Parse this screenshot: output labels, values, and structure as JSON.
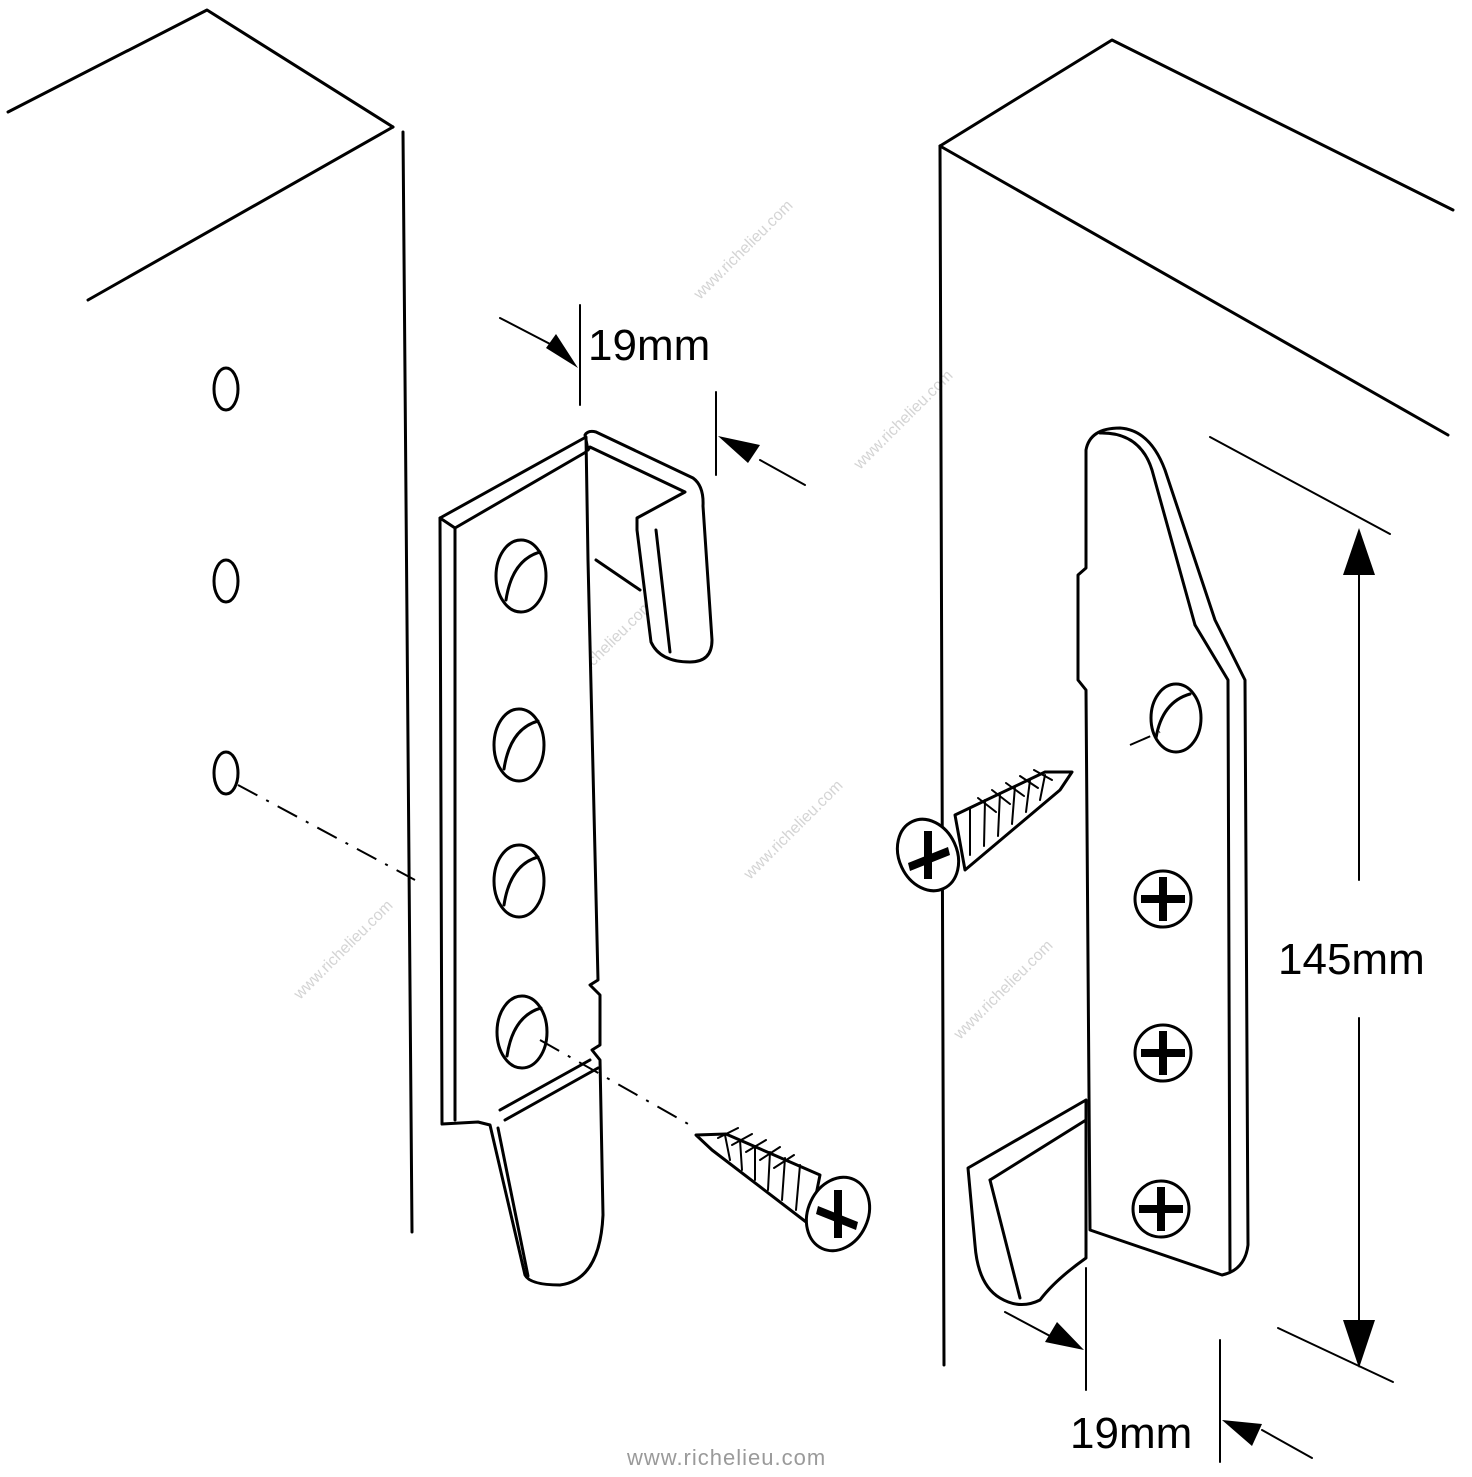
{
  "dimensions": {
    "left_top_width": "19mm",
    "right_length": "145mm",
    "right_bottom_width": "19mm"
  },
  "footer": {
    "url": "www.richelieu.com"
  },
  "watermark": {
    "text": "www.richelieu.com"
  },
  "colors": {
    "line": "#000000",
    "background": "#ffffff",
    "url_text": "#9a9a9a",
    "watermark": "#d4d4d4"
  },
  "icons": [
    "phillips-screw-icon",
    "dimension-arrow-icon"
  ]
}
